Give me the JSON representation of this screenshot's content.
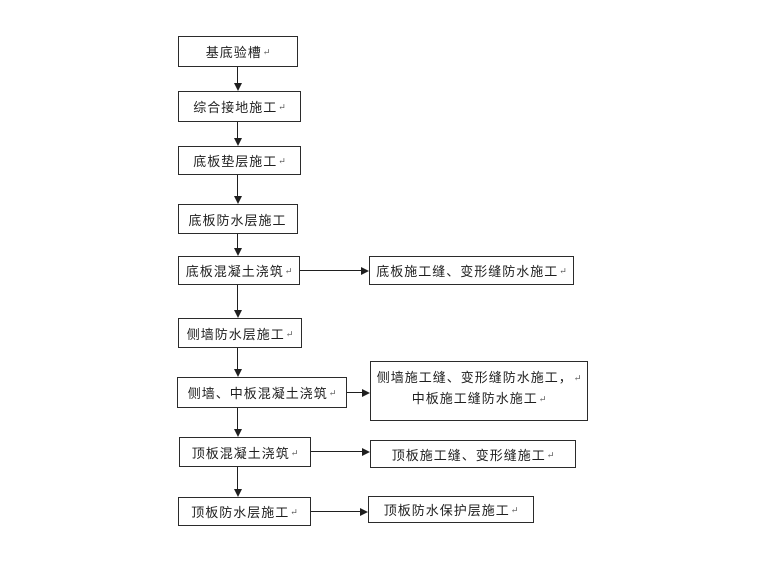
{
  "page": {
    "background_color": "#ffffff",
    "line_color": "#1f1f1f",
    "box_border_color": "#2b2b2b",
    "return_mark_glyph": "↵"
  },
  "flowchart": {
    "type": "vertical-process-flow-with-side-branches",
    "main_sequence": [
      {
        "id": "step-1",
        "label": "基底验槽",
        "eol": "↵"
      },
      {
        "id": "step-2",
        "label": "综合接地施工",
        "eol": "↵"
      },
      {
        "id": "step-3",
        "label": "底板垫层施工",
        "eol": "↵"
      },
      {
        "id": "step-4",
        "label": "底板防水层施工",
        "eol": ""
      },
      {
        "id": "step-5",
        "label": "底板混凝土浇筑",
        "eol": "↵"
      },
      {
        "id": "step-6",
        "label": "侧墙防水层施工",
        "eol": "↵"
      },
      {
        "id": "step-7",
        "label": "侧墙、中板混凝土浇筑",
        "eol": "↵"
      },
      {
        "id": "step-8",
        "label": "顶板混凝土浇筑",
        "eol": "↵"
      },
      {
        "id": "step-9",
        "label": "顶板防水层施工",
        "eol": "↵"
      }
    ],
    "side_branches": [
      {
        "id": "branch-a",
        "from": "step-5",
        "lines": [
          {
            "text": "底板施工缝、变形缝防水施工",
            "eol": "↵"
          }
        ]
      },
      {
        "id": "branch-b",
        "from": "step-7",
        "lines": [
          {
            "text": "侧墙施工缝、变形缝防水施工，",
            "eol": "↵"
          },
          {
            "text": "中板施工缝防水施工",
            "eol": "↵"
          }
        ]
      },
      {
        "id": "branch-c",
        "from": "step-8",
        "lines": [
          {
            "text": "顶板施工缝、变形缝施工",
            "eol": "↵"
          }
        ]
      },
      {
        "id": "branch-d",
        "from": "step-9",
        "lines": [
          {
            "text": "顶板防水保护层施工",
            "eol": "↵"
          }
        ]
      }
    ]
  }
}
